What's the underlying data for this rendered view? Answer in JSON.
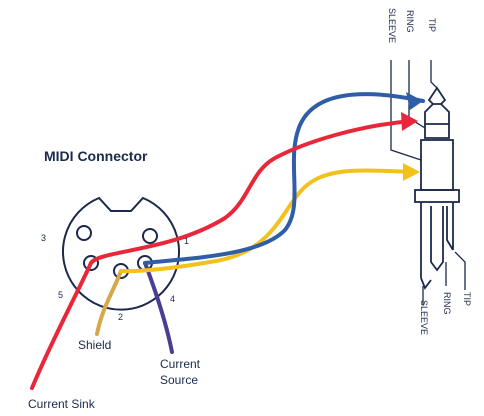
{
  "title": "MIDI Connector",
  "pins": {
    "p1": "1",
    "p2": "2",
    "p3": "3",
    "p4": "4",
    "p5": "5"
  },
  "wire_labels": {
    "shield": "Shield",
    "current_source_line1": "Current",
    "current_source_line2": "Source",
    "current_sink": "Current Sink"
  },
  "jack_labels_top": {
    "tip": "TIP",
    "ring": "RING",
    "sleeve": "SLEEVE"
  },
  "jack_labels_bottom": {
    "sleeve": "SLEEVE",
    "ring": "RING",
    "tip": "TIP"
  },
  "colors": {
    "red_wire": "#e8283a",
    "blue_wire": "#2f5da8",
    "yellow_wire": "#f2c11c",
    "shield_wire": "#d6a84a",
    "source_wire": "#4b3d93",
    "outline": "#1b2a4a"
  }
}
